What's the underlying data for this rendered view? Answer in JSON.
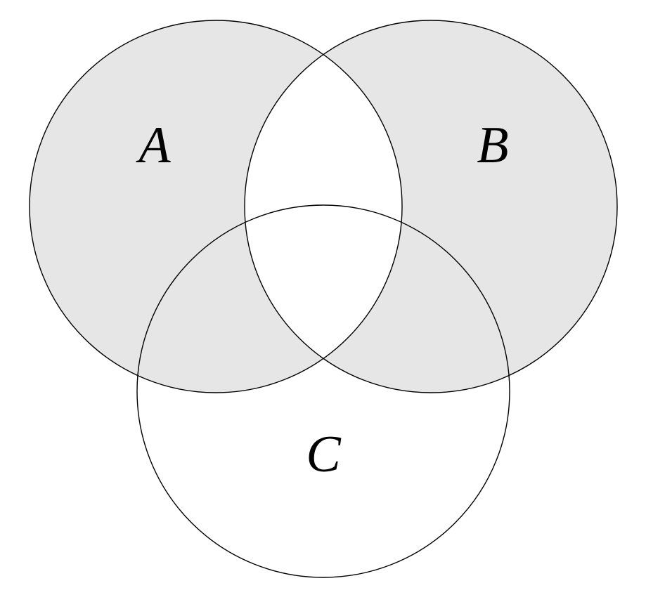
{
  "diagram": {
    "type": "venn-3-set",
    "shaded_region": "symmetric difference of A and B: (A ∪ B) \\ (A ∩ B)",
    "sets": [
      {
        "label": "A",
        "shaded": true
      },
      {
        "label": "B",
        "shaded": true
      },
      {
        "label": "C",
        "shaded": false
      }
    ],
    "colors": {
      "shade_fill": "#e6e6e6",
      "stroke": "#000000",
      "background": "#ffffff"
    }
  }
}
